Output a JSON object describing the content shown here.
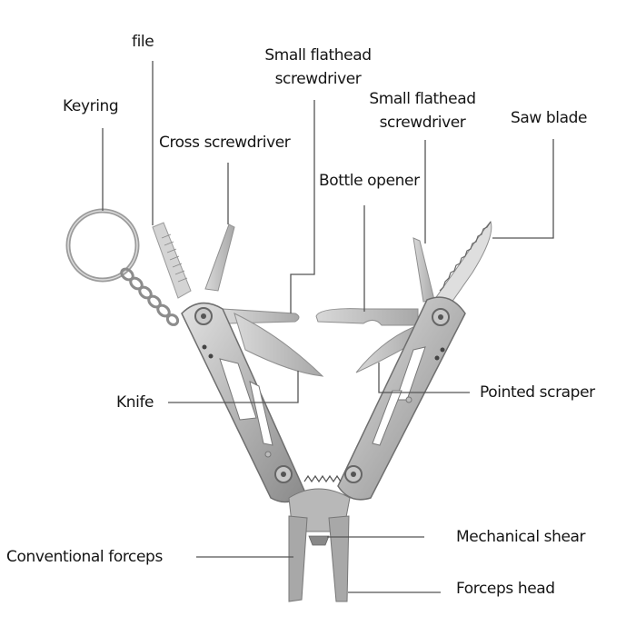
{
  "diagram": {
    "type": "labeled product diagram",
    "subject": "Multi-tool pliers (folding, stainless)",
    "colors": {
      "background": "#ffffff",
      "text": "#151515",
      "leader_line": "#555555",
      "steel_light": "#cfcfcf",
      "steel_mid": "#9a9a9a",
      "steel_dark": "#6e6e6e"
    },
    "labels": {
      "file": "file",
      "keyring": "Keyring",
      "small_flathead_1_line1": "Small flathead",
      "small_flathead_1_line2": "screwdriver",
      "cross_screwdriver": "Cross screwdriver",
      "small_flathead_2_line1": "Small flathead",
      "small_flathead_2_line2": "screwdriver",
      "saw_blade": "Saw blade",
      "bottle_opener": "Bottle opener",
      "knife": "Knife",
      "pointed_scraper": "Pointed scraper",
      "conventional_forceps": "Conventional forceps",
      "mechanical_shear": "Mechanical shear",
      "forceps_head": "Forceps head"
    }
  }
}
